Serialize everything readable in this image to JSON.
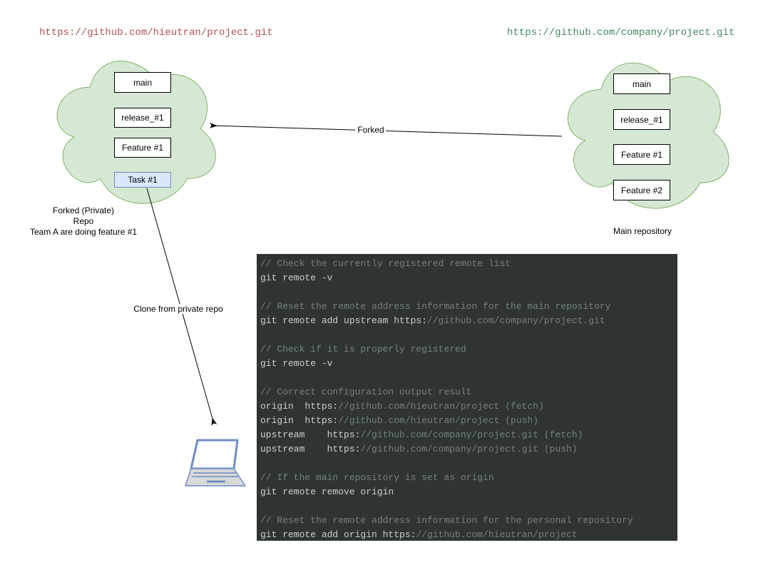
{
  "header": {
    "personal_repo_url": "https://github.com/hieutran/project.git",
    "company_repo_url": "https://github.com/company/project.git"
  },
  "colors": {
    "personal_url_text": "#b15450",
    "company_url_text": "#44885f",
    "cloud_fill": "#d5e8d4",
    "cloud_stroke": "#82b366",
    "branch_box_fill": "#ffffff",
    "branch_box_stroke": "#000000",
    "task_box_fill": "#dae8fc",
    "task_box_stroke": "#6c8ebf",
    "terminal_background": "#2d3431",
    "terminal_comment_text": "#78837c",
    "terminal_command_text": "#cdd3cc"
  },
  "forked_repo": {
    "branches": [
      "main",
      "release_#1",
      "Feature #1",
      "Task #1"
    ],
    "caption_lines": [
      "Forked (Private)",
      "Repo",
      "Team A are doing feature #1"
    ]
  },
  "main_repo": {
    "branches": [
      "main",
      "release_#1",
      "Feature #1",
      "Feature #2"
    ],
    "caption": "Main repository"
  },
  "edges": {
    "forked_label": "Forked",
    "clone_label": "Clone from private repo"
  },
  "terminal": {
    "lines": [
      [
        {
          "text": "// Check the currently registered remote list",
          "tone": "dim"
        }
      ],
      [
        {
          "text": "git remote -v",
          "tone": "bright"
        }
      ],
      [],
      [
        {
          "text": "// Reset the remote address information for the main repository",
          "tone": "dim"
        }
      ],
      [
        {
          "text": "git remote add upstream https:",
          "tone": "bright"
        },
        {
          "text": "//github.com/company/project.git",
          "tone": "dim"
        }
      ],
      [],
      [
        {
          "text": "// Check if it is properly registered",
          "tone": "dim"
        }
      ],
      [
        {
          "text": "git remote -v",
          "tone": "bright"
        }
      ],
      [],
      [
        {
          "text": "// Correct configuration output result",
          "tone": "dim"
        }
      ],
      [
        {
          "text": "origin  https:",
          "tone": "bright"
        },
        {
          "text": "//github.com/hieutran/project (fetch)",
          "tone": "dim"
        }
      ],
      [
        {
          "text": "origin  https:",
          "tone": "bright"
        },
        {
          "text": "//github.com/hieutran/project (push)",
          "tone": "dim"
        }
      ],
      [
        {
          "text": "upstream    https:",
          "tone": "bright"
        },
        {
          "text": "//github.com/company/project.git (fetch)",
          "tone": "dim"
        }
      ],
      [
        {
          "text": "upstream    https:",
          "tone": "bright"
        },
        {
          "text": "//github.com/company/project.git (push)",
          "tone": "dim"
        }
      ],
      [],
      [
        {
          "text": "// If the main repository is set as origin",
          "tone": "dim"
        }
      ],
      [
        {
          "text": "git remote remove origin",
          "tone": "bright"
        }
      ],
      [],
      [
        {
          "text": "// Reset the remote address information for the personal repository",
          "tone": "dim"
        }
      ],
      [
        {
          "text": "git remote add origin https:",
          "tone": "bright"
        },
        {
          "text": "//github.com/hieutran/project",
          "tone": "dim"
        }
      ]
    ]
  }
}
